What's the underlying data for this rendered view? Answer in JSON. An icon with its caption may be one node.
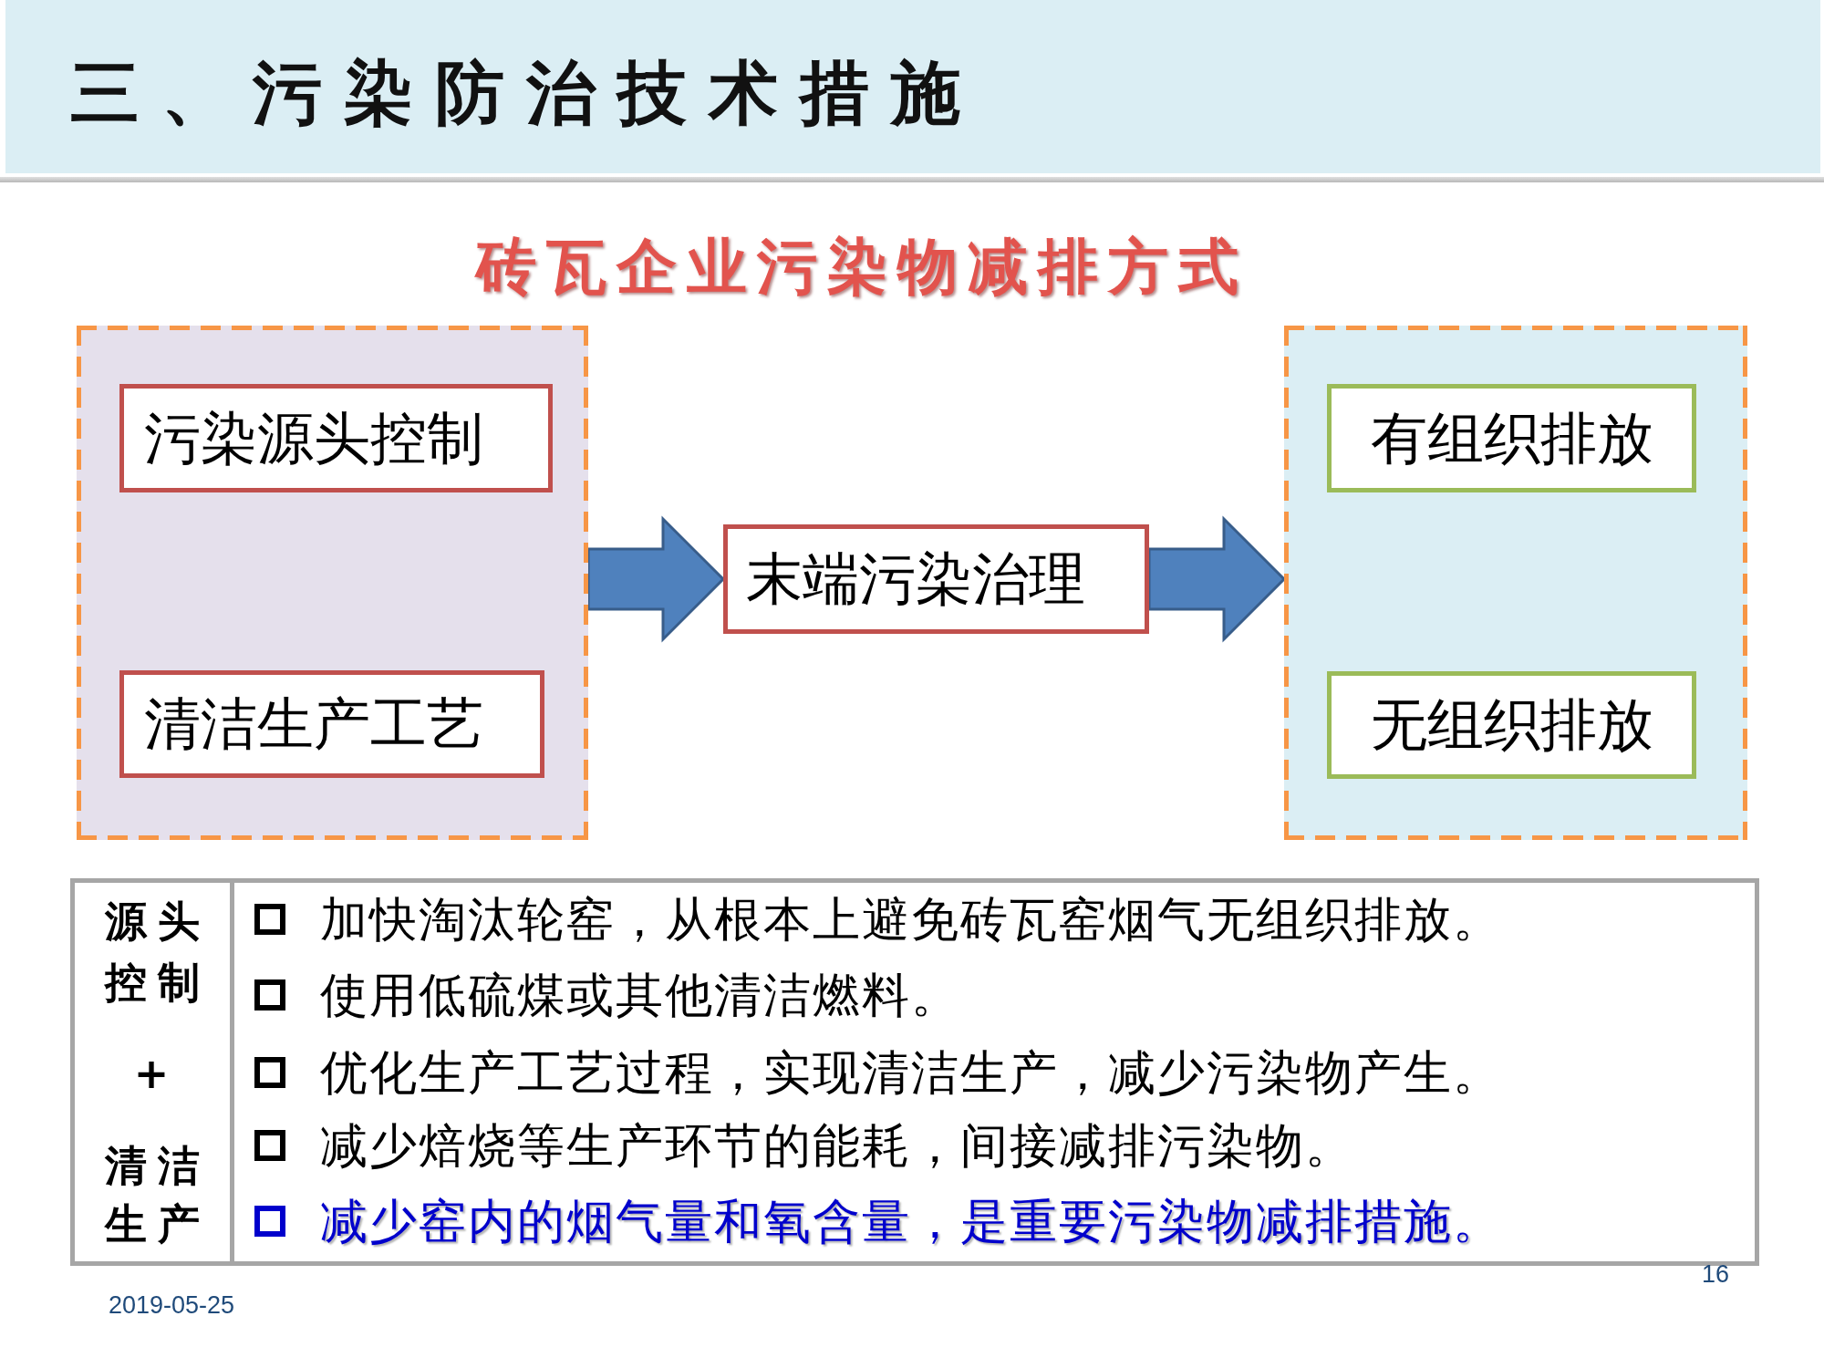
{
  "diagram": {
    "title": "三、污染防治技术措施",
    "nodes": [
      {
        "text": [],
        "shape": "box"
      },
      {
        "text": [
          "污染源头控制"
        ],
        "in": 0
      },
      {
        "text": [
          "清洁生产工艺"
        ],
        "in": 0
      },
      {
        "text": [
          "末端污染治理"
        ]
      },
      {
        "text": [],
        "shape": "box"
      },
      {
        "text": [
          "有组织排放"
        ],
        "in": 4
      },
      {
        "text": [
          "无组织排放"
        ],
        "in": 4
      }
    ],
    "edges": [
      {
        "from": 0,
        "to": 3,
        "arrow": "to"
      },
      {
        "from": 3,
        "to": 4,
        "arrow": "to"
      }
    ],
    "labels": [
      "砖瓦企业污染物减排方式",
      "源头控制",
      "+",
      "清洁生产",
      "加快淘汰轮窑，从根本上避免砖瓦窑烟气无组织排放。",
      "使用低硫煤或其他清洁燃料。",
      "优化生产工艺过程，实现清洁生产，减少污染物产生。",
      "减少焙烧等生产环节的能耗，间接减排污染物。",
      "减少窑内的烟气量和氧含量，是重要污染物减排措施。",
      "2019-05-25",
      "16"
    ]
  }
}
